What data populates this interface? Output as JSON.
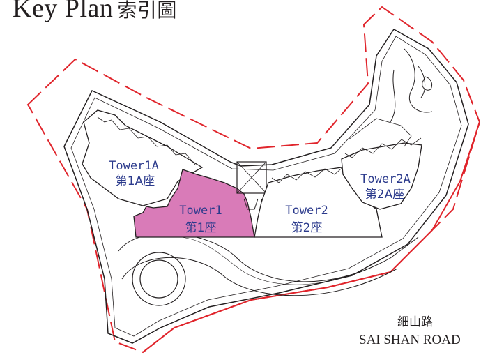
{
  "title": {
    "english": "Key Plan",
    "chinese": "索引圖"
  },
  "towers": [
    {
      "id": "tower-1a",
      "name_en": "Tower1A",
      "name_zh": "第1A座",
      "highlighted": false
    },
    {
      "id": "tower-1",
      "name_en": "Tower1",
      "name_zh": "第1座",
      "highlighted": true
    },
    {
      "id": "tower-2",
      "name_en": "Tower2",
      "name_zh": "第2座",
      "highlighted": false
    },
    {
      "id": "tower-2a",
      "name_en": "Tower2A",
      "name_zh": "第2A座",
      "highlighted": false
    }
  ],
  "road": {
    "name_zh": "細山路",
    "name_en": "SAI SHAN ROAD"
  },
  "colors": {
    "highlight": "#d97bb8",
    "boundary": "#e0242b",
    "label": "#2b3a8c",
    "line": "#231f20"
  }
}
